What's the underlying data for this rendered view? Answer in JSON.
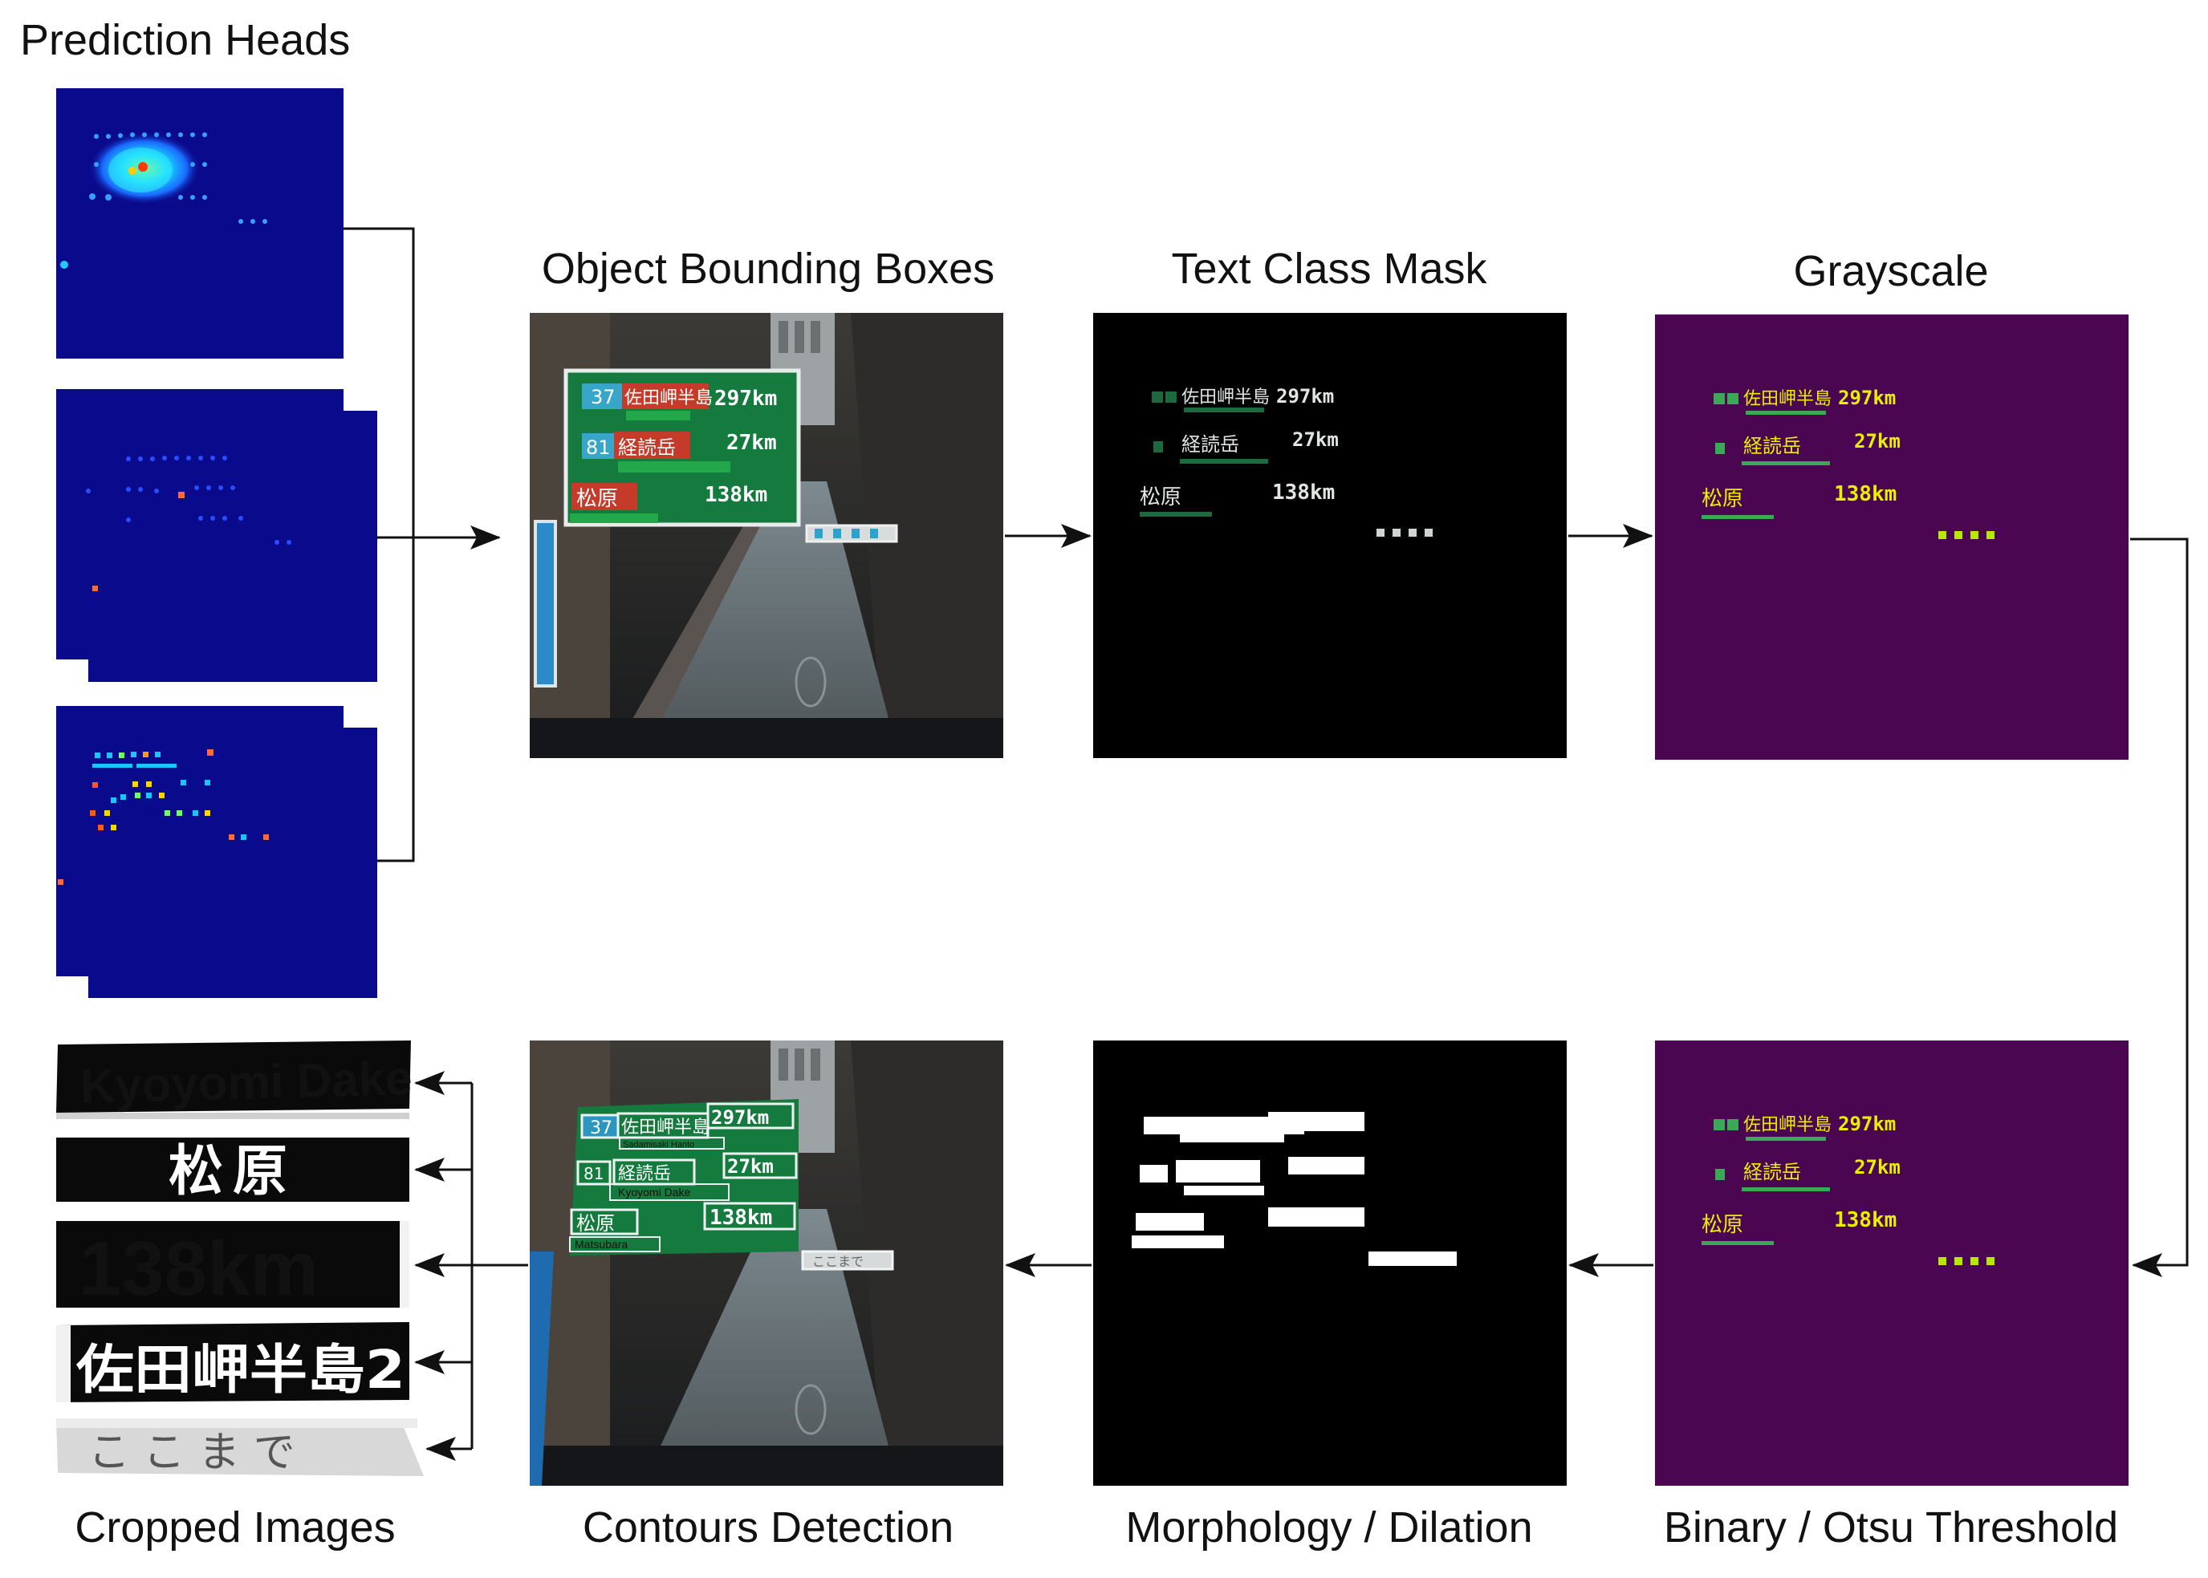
{
  "labels": {
    "prediction_heads": "Prediction Heads",
    "object_bounding_boxes": "Object Bounding Boxes",
    "text_class_mask": "Text Class Mask",
    "grayscale": "Grayscale",
    "binary_otsu_threshold": "Binary / Otsu Threshold",
    "morphology_dilation": "Morphology / Dilation",
    "contours_detection": "Contours Detection",
    "cropped_images": "Cropped Images"
  },
  "sign": {
    "row1_num": "37",
    "row1_name": "佐田岬半島",
    "row1_dist": "297km",
    "row1_romaji": "Sadamisaki Hanto",
    "row2_num": "81",
    "row2_name": "経読岳",
    "row2_dist": "27km",
    "row2_romaji": "Kyoyomi Dake",
    "row3_name": "松原",
    "row3_dist": "138km",
    "row3_romaji": "Matsubara",
    "small_sign": "ここまで"
  },
  "crops": [
    "Kyoyomi Dake",
    "松原",
    "138km",
    "佐田岬半島2",
    "こ こ ま で"
  ],
  "colors": {
    "heatmap_bg": "#0a0a8c",
    "purple_bg": "#4a0650",
    "sign_green": "#157a3e",
    "yellow_text": "#e8f000",
    "mask_green": "#1a6a3e"
  }
}
